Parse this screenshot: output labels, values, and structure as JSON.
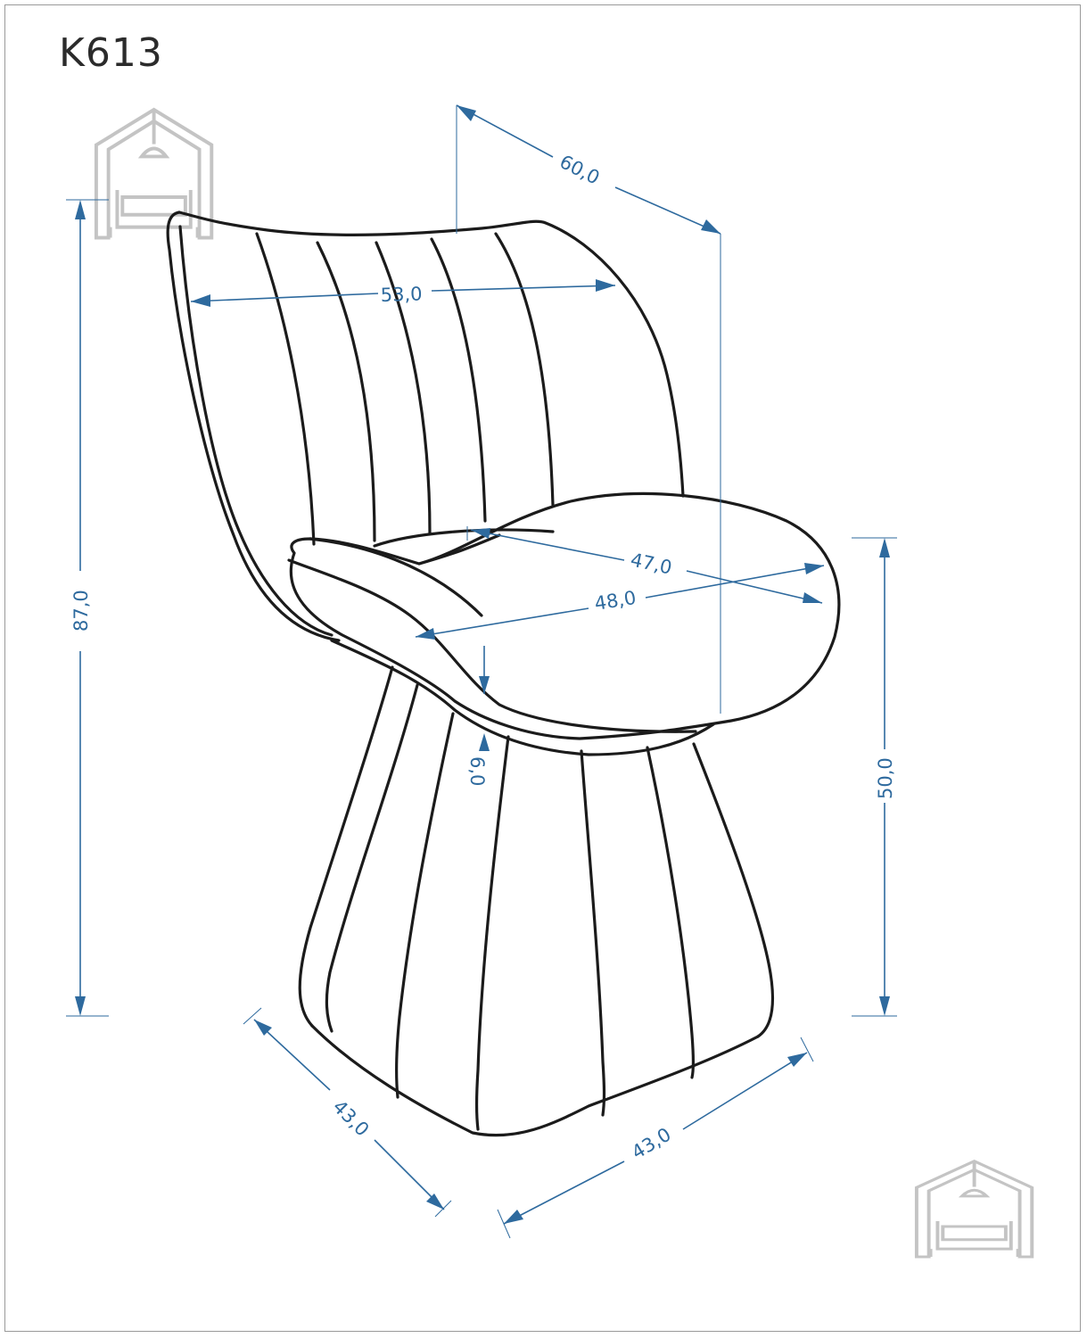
{
  "model": {
    "code": "K613"
  },
  "dimensions": {
    "total_height": "87,0",
    "depth_top": "60,0",
    "back_width": "53,0",
    "seat_depth": "47,0",
    "seat_width": "48,0",
    "seat_thickness": "6,0",
    "seat_height": "50,0",
    "base_width_left": "43,0",
    "base_width_right": "43,0"
  },
  "icons": {
    "logo": "house-sofa-logo-icon"
  },
  "colors": {
    "dimension": "#2e6a9e",
    "outline": "#1b1b1b",
    "logo": "#c4c4c4"
  }
}
